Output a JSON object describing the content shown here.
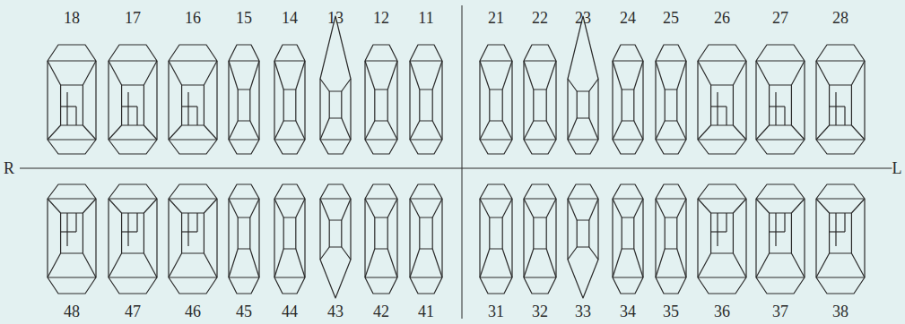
{
  "diagram": {
    "labels": [
      "18",
      "17",
      "16",
      "15",
      "14",
      "13",
      "12",
      "11",
      "21",
      "22",
      "23",
      "24",
      "25",
      "26",
      "27",
      "28",
      "R",
      "L",
      "48",
      "47",
      "46",
      "45",
      "44",
      "43",
      "42",
      "41",
      "31",
      "32",
      "33",
      "34",
      "35",
      "36",
      "37",
      "38"
    ]
  }
}
